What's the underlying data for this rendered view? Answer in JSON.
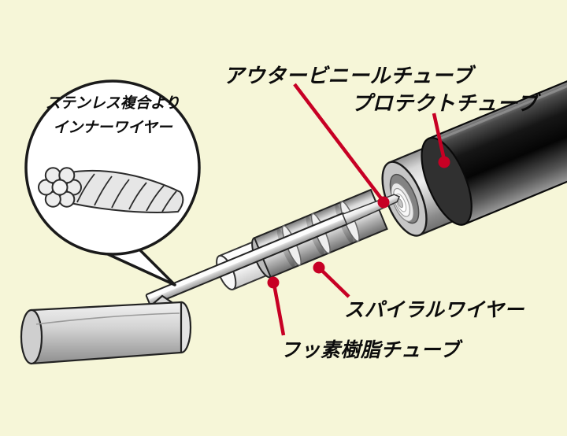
{
  "colors": {
    "background": "#F6F6D8",
    "red": "#C70024",
    "outline": "#1A1A1A"
  },
  "labels": {
    "outer_vinyl": "アウタービニールチューブ",
    "protect": "プロテクトチューブ",
    "spiral": "スパイラルワイヤー",
    "fluoro": "フッ素樹脂チューブ"
  },
  "callout": {
    "line1": "ステンレス複合より",
    "line2": "インナーワイヤー"
  }
}
